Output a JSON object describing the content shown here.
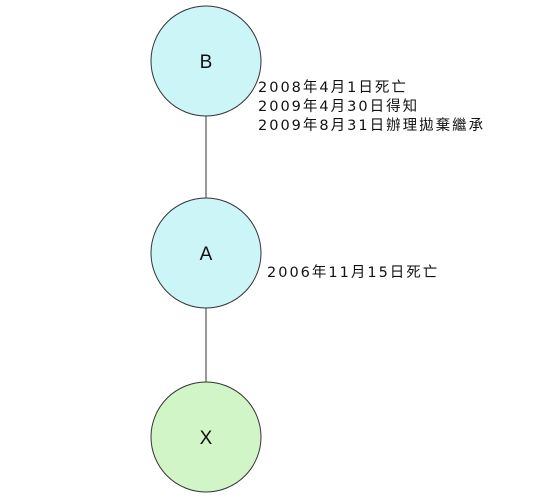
{
  "nodes": [
    {
      "id": "B",
      "label": "B",
      "fill": "#ccf5f8"
    },
    {
      "id": "A",
      "label": "A",
      "fill": "#ccf5f8"
    },
    {
      "id": "X",
      "label": "X",
      "fill": "#d2f5c8"
    }
  ],
  "edges": [
    {
      "from": "B",
      "to": "A"
    },
    {
      "from": "A",
      "to": "X"
    }
  ],
  "annotations": {
    "B": [
      "2008年4月1日死亡",
      "2009年4月30日得知",
      "2009年8月31日辦理拋棄繼承"
    ],
    "A": [
      "2006年11月15日死亡"
    ]
  },
  "colors": {
    "stroke": "#333333",
    "text": "#111111"
  }
}
